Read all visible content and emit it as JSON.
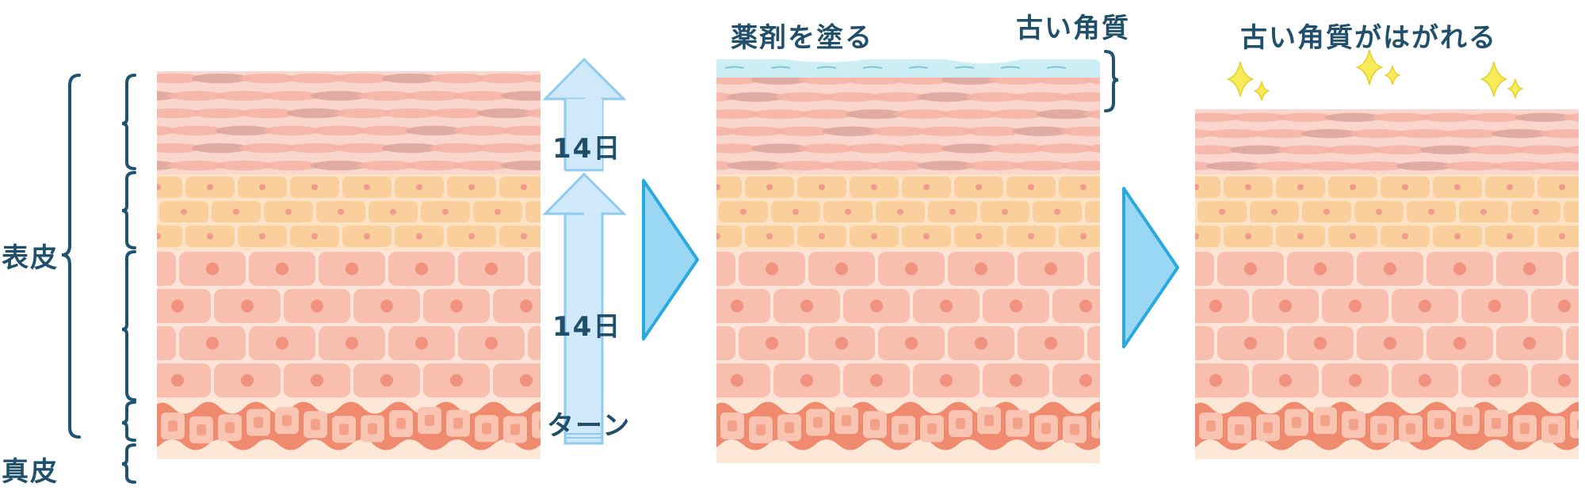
{
  "labels": {
    "epidermis": "表皮",
    "dermis": "真皮",
    "days_upper": "14日",
    "days_lower": "14日",
    "turnover": "ターン",
    "apply_medicine": "薬剤を塗る",
    "old_keratin": "古い角質",
    "old_keratin_peels": "古い角質がはがれる"
  },
  "colors": {
    "bracket": "#1f5470",
    "stratum_corneum_bg": "#fbd6cc",
    "corneum_cell": "#f6b3a6",
    "corneum_cell_dark": "#dba39a",
    "granular_bg": "#fde2c6",
    "granular_cell": "#fbcf9b",
    "granular_nucleus": "#f29a90",
    "spinous_bg": "#fde3d8",
    "spinous_cell": "#f8bfae",
    "spinous_nucleus": "#f0927f",
    "basal_band": "#f08a6e",
    "basal_cell": "#f9c4b2",
    "dermis_bg": "#fde8d8",
    "turnover_arrow": "#cfe9fb",
    "turnover_arrow_stroke": "#8fcaf0",
    "process_arrow": "#9ad7f5",
    "process_arrow_stroke": "#2aa9df",
    "medicine_layer": "#c9eef5",
    "sparkle": "#f7ec57",
    "sparkle_stroke": "#e8cf2a"
  }
}
